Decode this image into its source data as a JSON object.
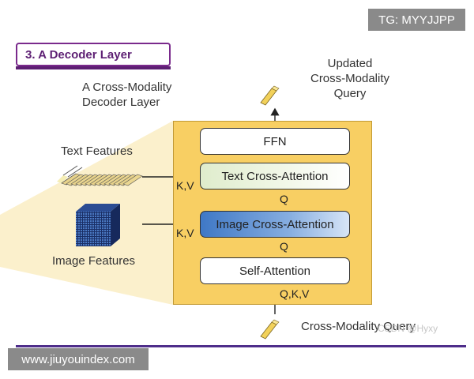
{
  "badges": {
    "tg": "TG: MYYJJPP",
    "url": "www.jiuyouindex.com"
  },
  "section_title": "3. A Decoder Layer",
  "labels": {
    "decoder_layer": [
      "A Cross-Modality",
      "Decoder Layer"
    ],
    "updated_query": [
      "Updated",
      "Cross-Modality",
      "Query"
    ],
    "text_features": "Text Features",
    "image_features": "Image Features",
    "cross_modality_query": "Cross-Modality Query"
  },
  "blocks": {
    "ffn": "FFN",
    "text_cross_attention": "Text Cross-Attention",
    "image_cross_attention": "Image Cross-Attention",
    "self_attention": "Self-Attention"
  },
  "edge_labels": {
    "q_text": "Q",
    "q_image": "Q",
    "qkv": "Q,K,V",
    "kv_text": "K,V",
    "kv_image": "K,V"
  },
  "watermark": "CSDN @Hyxy"
}
